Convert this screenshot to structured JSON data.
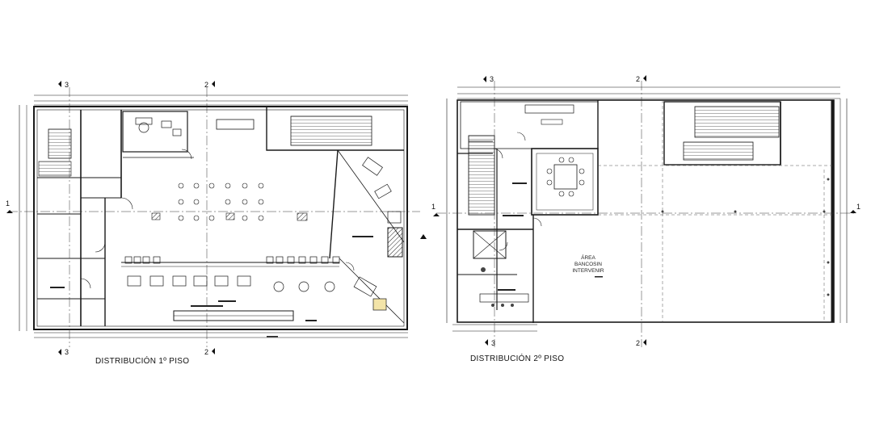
{
  "plans": [
    {
      "title": "DISTRIBUCIÓN 1º PISO",
      "axis_markers": {
        "top_left": "3",
        "top_mid": "2",
        "bottom_left": "3",
        "bottom_mid": "2",
        "left": "1"
      }
    },
    {
      "title": "DISTRIBUCIÓN 2º PISO",
      "axis_markers": {
        "top_left": "3",
        "top_mid": "2",
        "bottom_left": "3",
        "bottom_mid": "2",
        "left": "1",
        "right": "1"
      },
      "area_note": [
        "ÁREA",
        "BANCOSIN",
        "INTERVENIR"
      ]
    }
  ],
  "colors": {
    "line": "#1a1a1a",
    "fine": "#555555",
    "axis": "#333333",
    "background": "#ffffff"
  }
}
